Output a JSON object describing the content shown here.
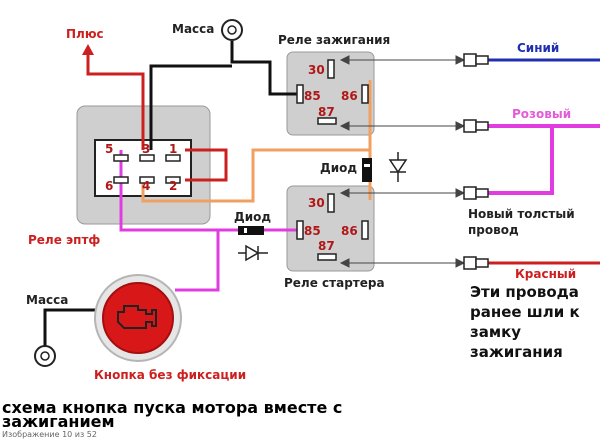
{
  "labels": {
    "plus": "Плюс",
    "massa_top": "Масса",
    "relay_ignition": "Реле зажигания",
    "relay_eptf": "Реле эптф",
    "relay_starter": "Реле стартера",
    "diode_upper": "Диод",
    "diode_lower": "Диод",
    "massa_left": "Масса",
    "button": "Кнопка без фиксации",
    "wire_blue": "Синий",
    "wire_pink": "Розовый",
    "wire_new_1": "Новый толстый",
    "wire_new_2": "провод",
    "wire_red": "Красный",
    "note_1": "Эти провода",
    "note_2": "ранее шли к",
    "note_3": "замку",
    "note_4": "зажигания"
  },
  "relay_eptf_pins": {
    "p5": "5",
    "p3": "3",
    "p1": "1",
    "p6": "6",
    "p4": "4",
    "p2": "2"
  },
  "relay_ignition_pins": {
    "p30": "30",
    "p85": "85",
    "p86": "86",
    "p87": "87"
  },
  "relay_starter_pins": {
    "p30": "30",
    "p85": "85",
    "p86": "86",
    "p87": "87"
  },
  "caption": {
    "title": "схема кнопка пуска мотора вместе с зажиганием",
    "subtitle": "Изображение 10 из 52"
  },
  "colors": {
    "wire_red": "#cc1f1f",
    "wire_black": "#111111",
    "wire_orange": "#f0a060",
    "wire_pink": "#e03ce0",
    "wire_blue": "#1f2fb0",
    "relay_body": "#cfcfcf",
    "button": "#d81818"
  }
}
